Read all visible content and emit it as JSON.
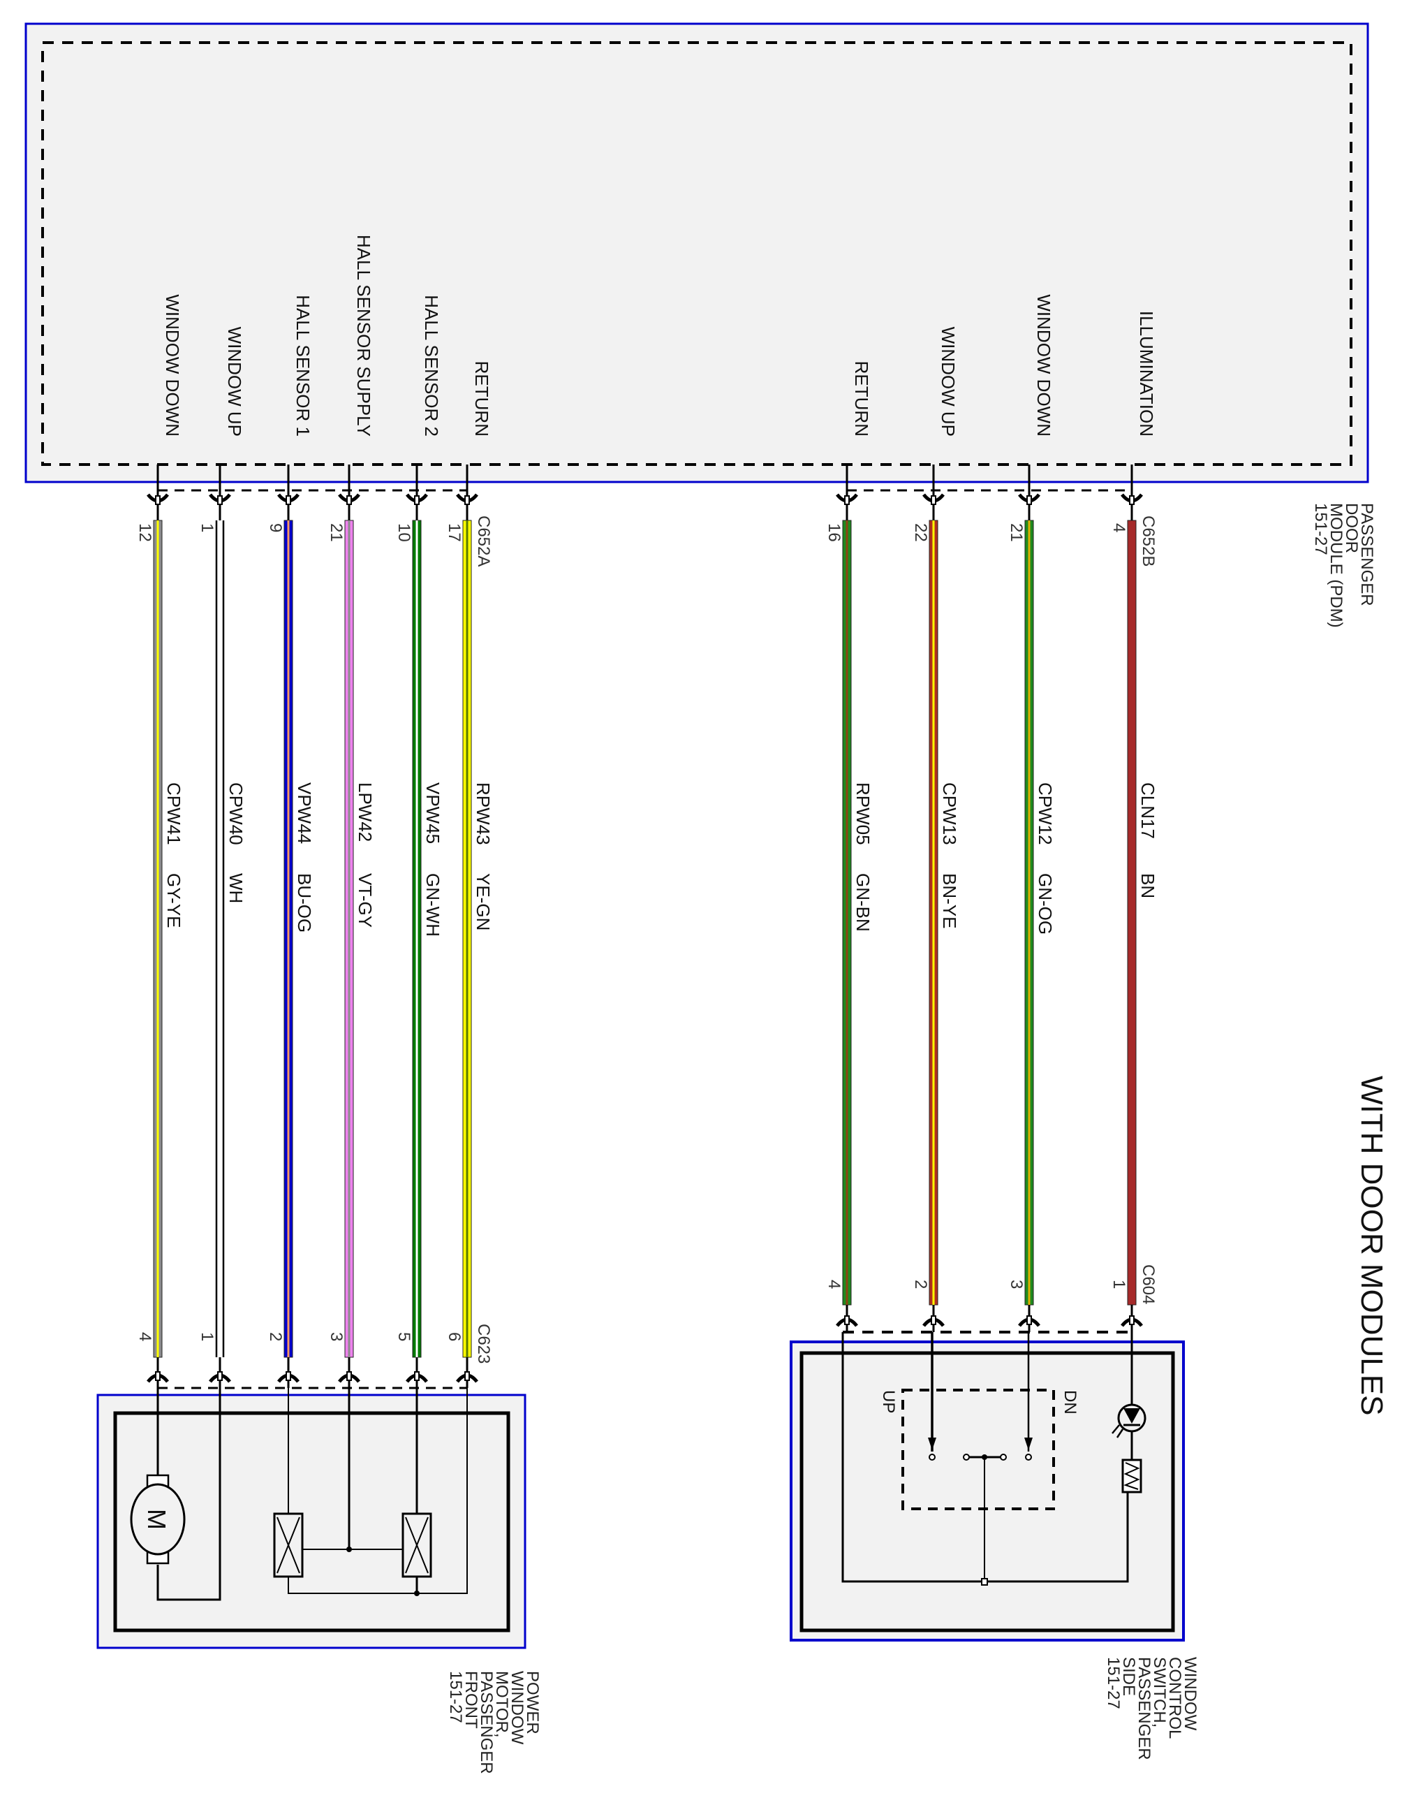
{
  "diagram": {
    "title": "WITH DOOR MODULES",
    "colors": {
      "module_border": "#0000cc",
      "module_fill": "#f2f2f2",
      "line": "#000000"
    }
  },
  "modules": {
    "pdm": {
      "name_lines": [
        "PASSENGER",
        "DOOR",
        "MODULE (PDM)",
        "151-27"
      ],
      "left_pins": [
        {
          "function": "WINDOW DOWN"
        },
        {
          "function": "WINDOW UP"
        },
        {
          "function": "HALL SENSOR 1"
        },
        {
          "function": "HALL SENSOR SUPPLY"
        },
        {
          "function": "HALL SENSOR 2"
        },
        {
          "function": "RETURN"
        }
      ],
      "right_pins": [
        {
          "function": "RETURN"
        },
        {
          "function": "WINDOW UP"
        },
        {
          "function": "WINDOW DOWN"
        },
        {
          "function": "ILLUMINATION"
        }
      ]
    },
    "motor": {
      "name_lines": [
        "POWER",
        "WINDOW",
        "MOTOR,",
        "PASSENGER",
        "FRONT",
        "151-27"
      ],
      "motor_symbol": "M"
    },
    "switch": {
      "name_lines": [
        "WINDOW",
        "CONTROL",
        "SWITCH,",
        "PASSENGER",
        "SIDE",
        "151-27"
      ],
      "up_label": "UP",
      "dn_label": "DN"
    }
  },
  "connectors": {
    "c652a": "C652A",
    "c652b": "C652B",
    "c623": "C623",
    "c604": "C604"
  },
  "wires_left": [
    {
      "top_pin": "12",
      "bottom_pin": "4",
      "circuit": "CPW41",
      "color_code": "GY-YE",
      "base": "#8c8c8c",
      "stripe": "#ffff00"
    },
    {
      "top_pin": "1",
      "bottom_pin": "1",
      "circuit": "CPW40",
      "color_code": "WH",
      "base": "#ffffff",
      "stripe": "#ffffff"
    },
    {
      "top_pin": "9",
      "bottom_pin": "2",
      "circuit": "VPW44",
      "color_code": "BU-OG",
      "base": "#0000cc",
      "stripe": "#ff9966"
    },
    {
      "top_pin": "21",
      "bottom_pin": "3",
      "circuit": "LPW42",
      "color_code": "VT-GY",
      "base": "#ee82ee",
      "stripe": "#8c8c8c"
    },
    {
      "top_pin": "10",
      "bottom_pin": "5",
      "circuit": "VPW45",
      "color_code": "GN-WH",
      "base": "#007a00",
      "stripe": "#ffffff"
    },
    {
      "top_pin": "17",
      "bottom_pin": "6",
      "circuit": "RPW43",
      "color_code": "YE-GN",
      "base": "#ffff00",
      "stripe": "#5a7a00"
    }
  ],
  "wires_right": [
    {
      "top_pin": "16",
      "bottom_pin": "4",
      "circuit": "RPW05",
      "color_code": "GN-BN",
      "base": "#1f8a1f",
      "stripe": "#8b4513"
    },
    {
      "top_pin": "22",
      "bottom_pin": "2",
      "circuit": "CPW13",
      "color_code": "BN-YE",
      "base": "#b03020",
      "stripe": "#ffff00"
    },
    {
      "top_pin": "21",
      "bottom_pin": "3",
      "circuit": "CPW12",
      "color_code": "GN-OG",
      "base": "#1f8a1f",
      "stripe": "#e0b000"
    },
    {
      "top_pin": "4",
      "bottom_pin": "1",
      "circuit": "CLN17",
      "color_code": "BN",
      "base": "#a52a2a",
      "stripe": "#a52a2a"
    }
  ]
}
